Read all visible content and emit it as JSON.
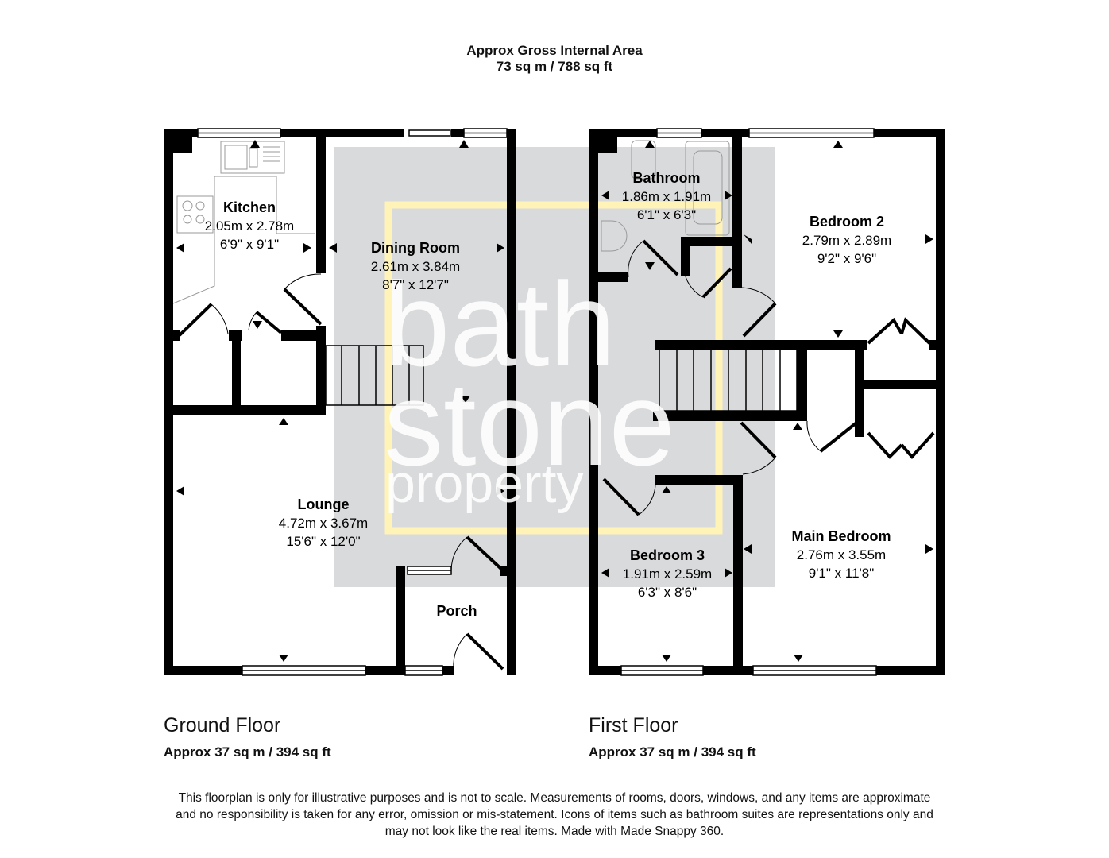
{
  "header": {
    "title": "Approx Gross Internal Area",
    "total_area": "73 sq m / 788 sq ft"
  },
  "watermark": {
    "line1": "bath",
    "line2": "stone",
    "line3": "property",
    "box_color": "#d9dadb",
    "accent_color": "#fff3b8"
  },
  "floors": [
    {
      "label": "Ground Floor",
      "area": "Approx 37 sq m / 394 sq ft",
      "rooms": [
        {
          "name": "Kitchen",
          "metric": "2.05m x 2.78m",
          "imperial": "6'9\" x 9'1\""
        },
        {
          "name": "Dining Room",
          "metric": "2.61m x 3.84m",
          "imperial": "8'7\" x 12'7\""
        },
        {
          "name": "Lounge",
          "metric": "4.72m x 3.67m",
          "imperial": "15'6\" x 12'0\""
        },
        {
          "name": "Porch",
          "metric": "",
          "imperial": ""
        }
      ]
    },
    {
      "label": "First Floor",
      "area": "Approx 37 sq m / 394 sq ft",
      "rooms": [
        {
          "name": "Bathroom",
          "metric": "1.86m x 1.91m",
          "imperial": "6'1\" x 6'3\""
        },
        {
          "name": "Bedroom 2",
          "metric": "2.79m x 2.89m",
          "imperial": "9'2\" x 9'6\""
        },
        {
          "name": "Bedroom 3",
          "metric": "1.91m x 2.59m",
          "imperial": "6'3\" x 8'6\""
        },
        {
          "name": "Main Bedroom",
          "metric": "2.76m x 3.55m",
          "imperial": "9'1\" x 11'8\""
        }
      ]
    }
  ],
  "disclaimer": {
    "line1": "This floorplan is only for illustrative purposes and is not to scale. Measurements of rooms, doors, windows, and any items are approximate",
    "line2": "and no responsibility is taken for any error, omission or mis-statement. Icons of items such as bathroom suites are representations only and",
    "line3": "may not look like the real items. Made with Made Snappy 360."
  }
}
